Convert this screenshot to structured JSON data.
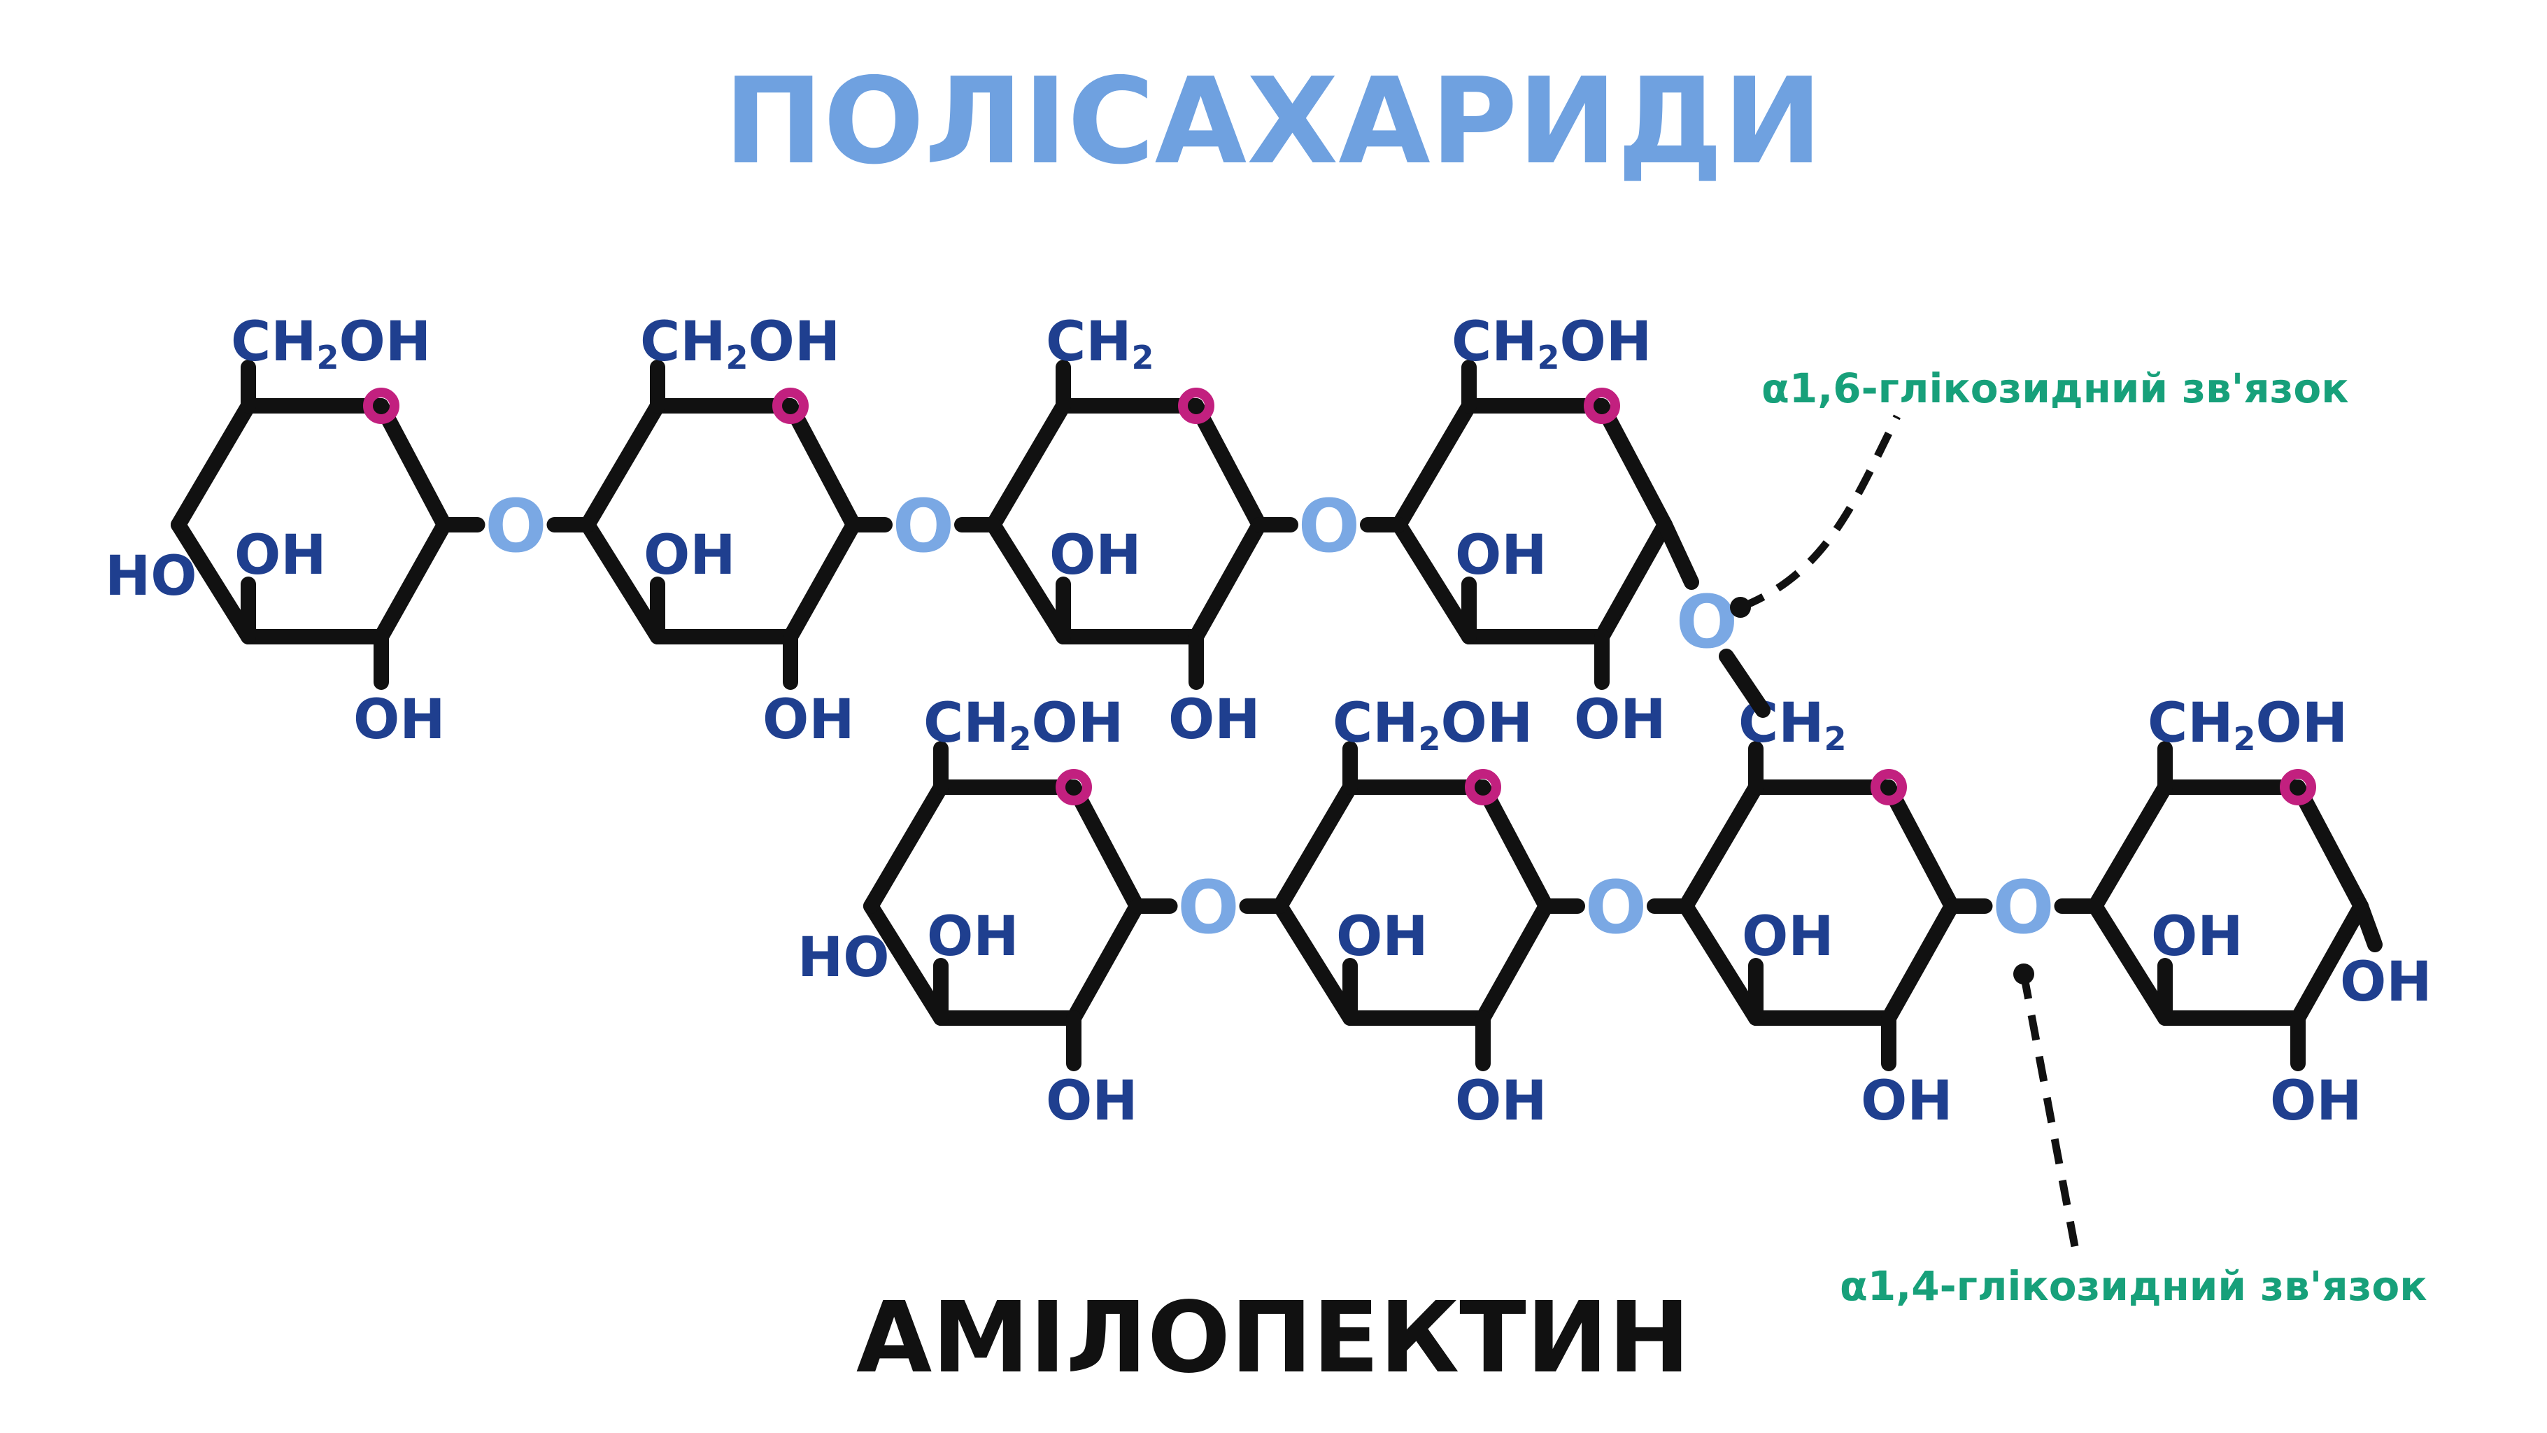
{
  "title": "ПОЛІСАХАРИДИ",
  "subtitle": "АМІЛОПЕКТИН",
  "groups": {
    "ch2oh_main": "CH",
    "ch2oh_sub": "2",
    "ch2oh_tail": "OH",
    "ch2_main": "CH",
    "ch2_sub": "2",
    "oh": "OH",
    "ho": "HO",
    "bridge_o": "O"
  },
  "annotations": {
    "alpha16": "α1,6-глікозидний зв'язок",
    "alpha14": "α1,4-глікозидний зв'язок"
  },
  "colors": {
    "title": "#6fa1e0",
    "group_text": "#1f3f8f",
    "bridge_o": "#7aa8e4",
    "ring_o": "#c2207f",
    "annotation": "#17a07a",
    "bonds": "#111111",
    "subtitle": "#111111"
  }
}
